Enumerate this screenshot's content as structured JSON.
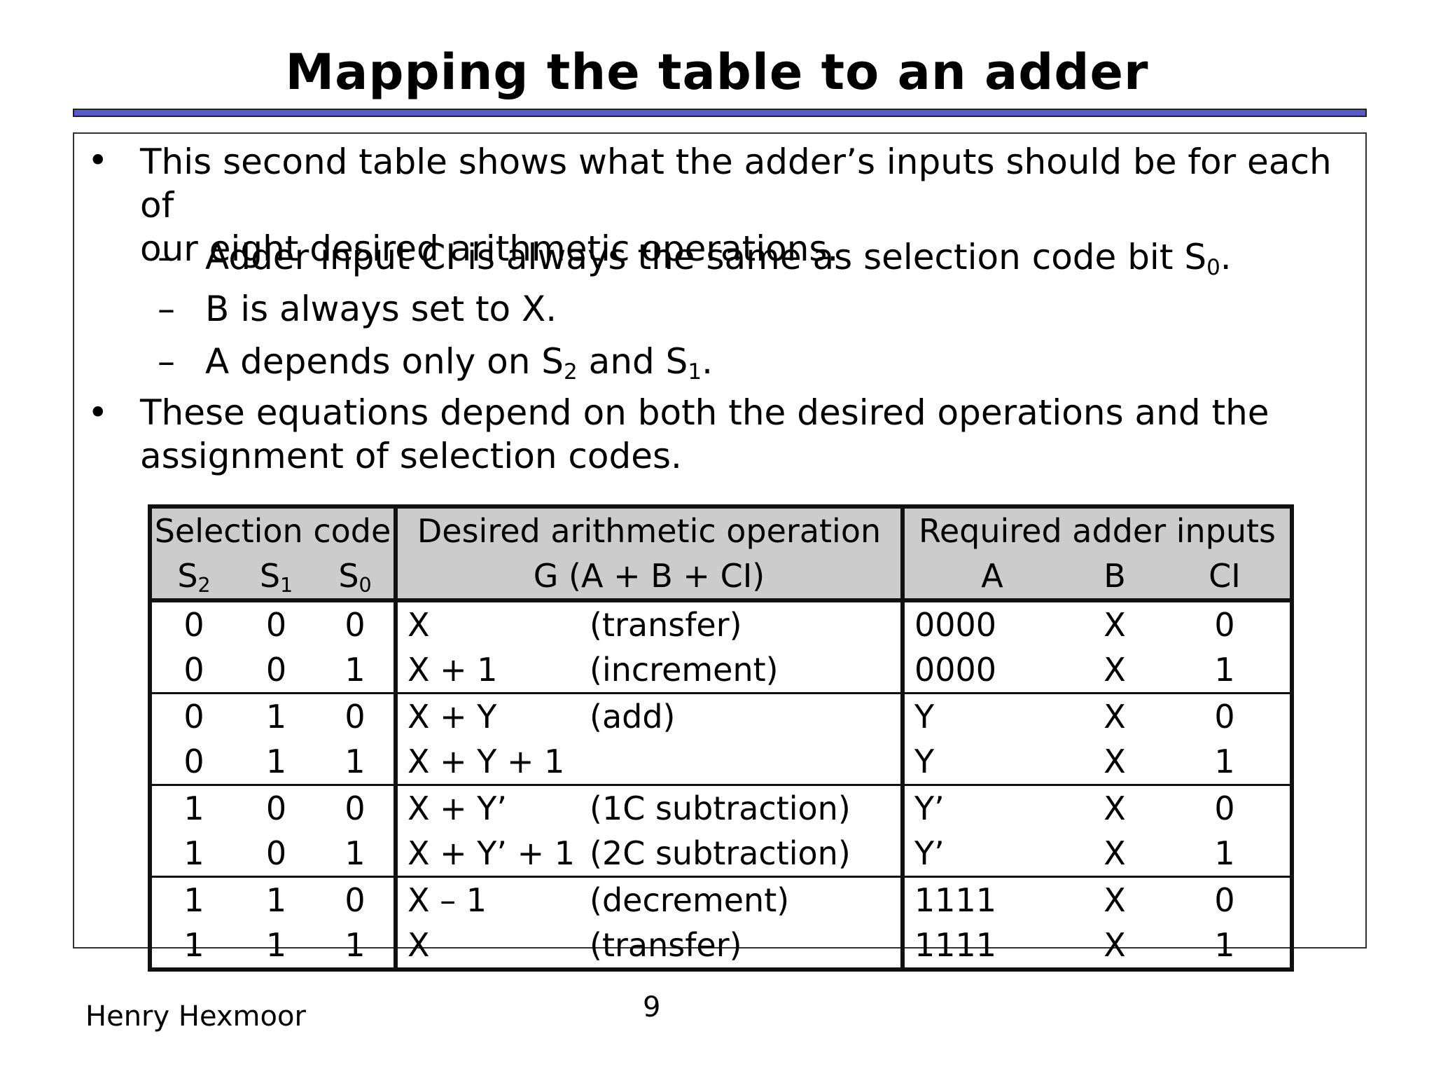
{
  "title": "Mapping the table to an adder",
  "bullets": [
    {
      "line1": "This second table shows what the adder’s inputs should be for each of",
      "line2": "our eight desired arithmetic operations."
    },
    {
      "line1": "These equations depend on both the desired operations and the",
      "line2": "assignment of selection codes."
    }
  ],
  "subbullets": [
    {
      "text": "Adder input CI is always the same as selection code bit S",
      "sub": "0",
      "after": "."
    },
    {
      "text": "B is always set to X."
    },
    {
      "pre": "A depends only on S",
      "sub1": "2",
      "mid": " and S",
      "sub2": "1",
      "after": "."
    }
  ],
  "table": {
    "group_headers": [
      "Selection code",
      "Desired arithmetic operation",
      "Required adder inputs"
    ],
    "sel_cols": [
      {
        "base": "S",
        "sub": "2"
      },
      {
        "base": "S",
        "sub": "1"
      },
      {
        "base": "S",
        "sub": "0"
      }
    ],
    "op_formula": "G (A + B + CI)",
    "adder_cols": [
      "A",
      "B",
      "CI"
    ],
    "rows": [
      {
        "s2": "0",
        "s1": "0",
        "s0": "0",
        "expr": "X",
        "note": "(transfer)",
        "a": "0000",
        "b": "X",
        "ci": "0"
      },
      {
        "s2": "0",
        "s1": "0",
        "s0": "1",
        "expr": "X + 1",
        "note": "(increment)",
        "a": "0000",
        "b": "X",
        "ci": "1"
      },
      {
        "s2": "0",
        "s1": "1",
        "s0": "0",
        "expr": "X + Y",
        "note": "(add)",
        "a": "Y",
        "b": "X",
        "ci": "0"
      },
      {
        "s2": "0",
        "s1": "1",
        "s0": "1",
        "expr": "X + Y + 1",
        "note": "",
        "a": "Y",
        "b": "X",
        "ci": "1"
      },
      {
        "s2": "1",
        "s1": "0",
        "s0": "0",
        "expr": "X + Y’",
        "note": "(1C subtraction)",
        "a": "Y’",
        "b": "X",
        "ci": "0"
      },
      {
        "s2": "1",
        "s1": "0",
        "s0": "1",
        "expr": "X + Y’ + 1",
        "note": "(2C subtraction)",
        "a": "Y’",
        "b": "X",
        "ci": "1"
      },
      {
        "s2": "1",
        "s1": "1",
        "s0": "0",
        "expr": "X – 1",
        "note": "(decrement)",
        "a": "1111",
        "b": "X",
        "ci": "0"
      },
      {
        "s2": "1",
        "s1": "1",
        "s0": "1",
        "expr": "X",
        "note": "(transfer)",
        "a": "1111",
        "b": "X",
        "ci": "1"
      }
    ]
  },
  "footer": {
    "author": "Henry Hexmoor",
    "page": "9"
  }
}
